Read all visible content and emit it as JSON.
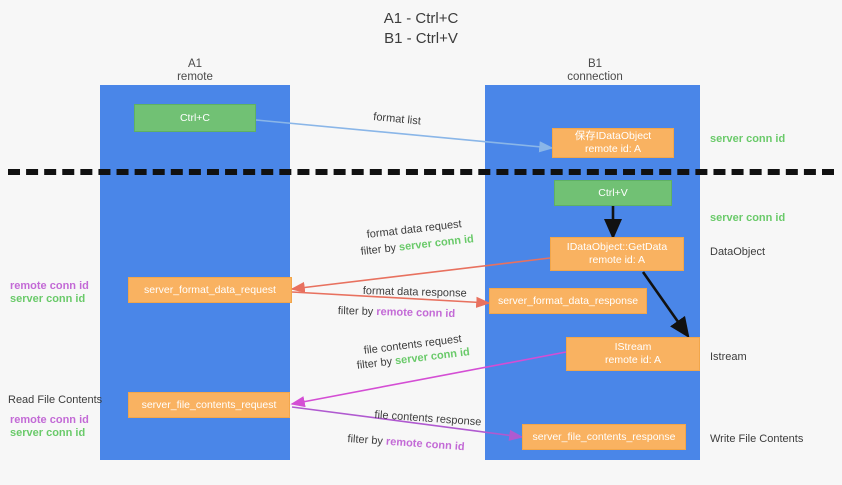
{
  "title": "A1 - Ctrl+C\nB1 - Ctrl+V",
  "columns": [
    {
      "name": "A1",
      "sub": "remote"
    },
    {
      "name": "B1",
      "sub": "connection"
    }
  ],
  "boxes": {
    "ctrl_c": "Ctrl+C",
    "ctrl_v": "Ctrl+V",
    "save_idataobject_l1": "保存IDataObject",
    "save_idataobject_l2": "remote id: A",
    "getdata_l1": "IDataObject::GetData",
    "getdata_l2": "remote id: A",
    "istream_l1": "IStream",
    "istream_l2": "remote id: A",
    "server_format_data_request": "server_format_data_request",
    "server_format_data_response": "server_format_data_response",
    "server_file_contents_request": "server_file_contents_request",
    "server_file_contents_response": "server_file_contents_response"
  },
  "annotations": {
    "format_list": "format list",
    "format_data_request": "format data request",
    "format_data_request_filter_prefix": "filter by ",
    "format_data_request_filter_key": "server conn id",
    "format_data_response": "format data response",
    "format_data_response_filter_prefix": "filter by ",
    "format_data_response_filter_key": "remote conn id",
    "file_contents_request": "file contents request",
    "file_contents_request_filter_prefix": "filter by ",
    "file_contents_request_filter_key": "server conn id",
    "file_contents_response": "file contents response",
    "file_contents_response_filter_prefix": "filter by ",
    "file_contents_response_filter_key": "remote conn id"
  },
  "side_labels": {
    "right_server_conn_id_top": "server conn id",
    "right_server_conn_id_mid": "server conn id",
    "right_dataobject": "DataObject",
    "right_istream": "Istream",
    "right_write_file_contents": "Write File Contents",
    "left_remote_conn_id_1": "remote conn id",
    "left_server_conn_id_1": "server conn id",
    "left_read_file_contents": "Read File Contents",
    "left_remote_conn_id_2": "remote conn id",
    "left_server_conn_id_2": "server conn id"
  },
  "colors": {
    "lane": "#4a86e8",
    "green_box": "#71c174",
    "orange_box": "#f9b261",
    "green_text": "#6aca6a",
    "purple_text": "#c36ad6",
    "arrow_blue": "#8ab6e8",
    "arrow_red": "#e8715f",
    "arrow_magenta": "#d44ed4",
    "arrow_purple": "#b05ad0",
    "arrow_black": "#111111",
    "background": "#f7f7f7"
  }
}
